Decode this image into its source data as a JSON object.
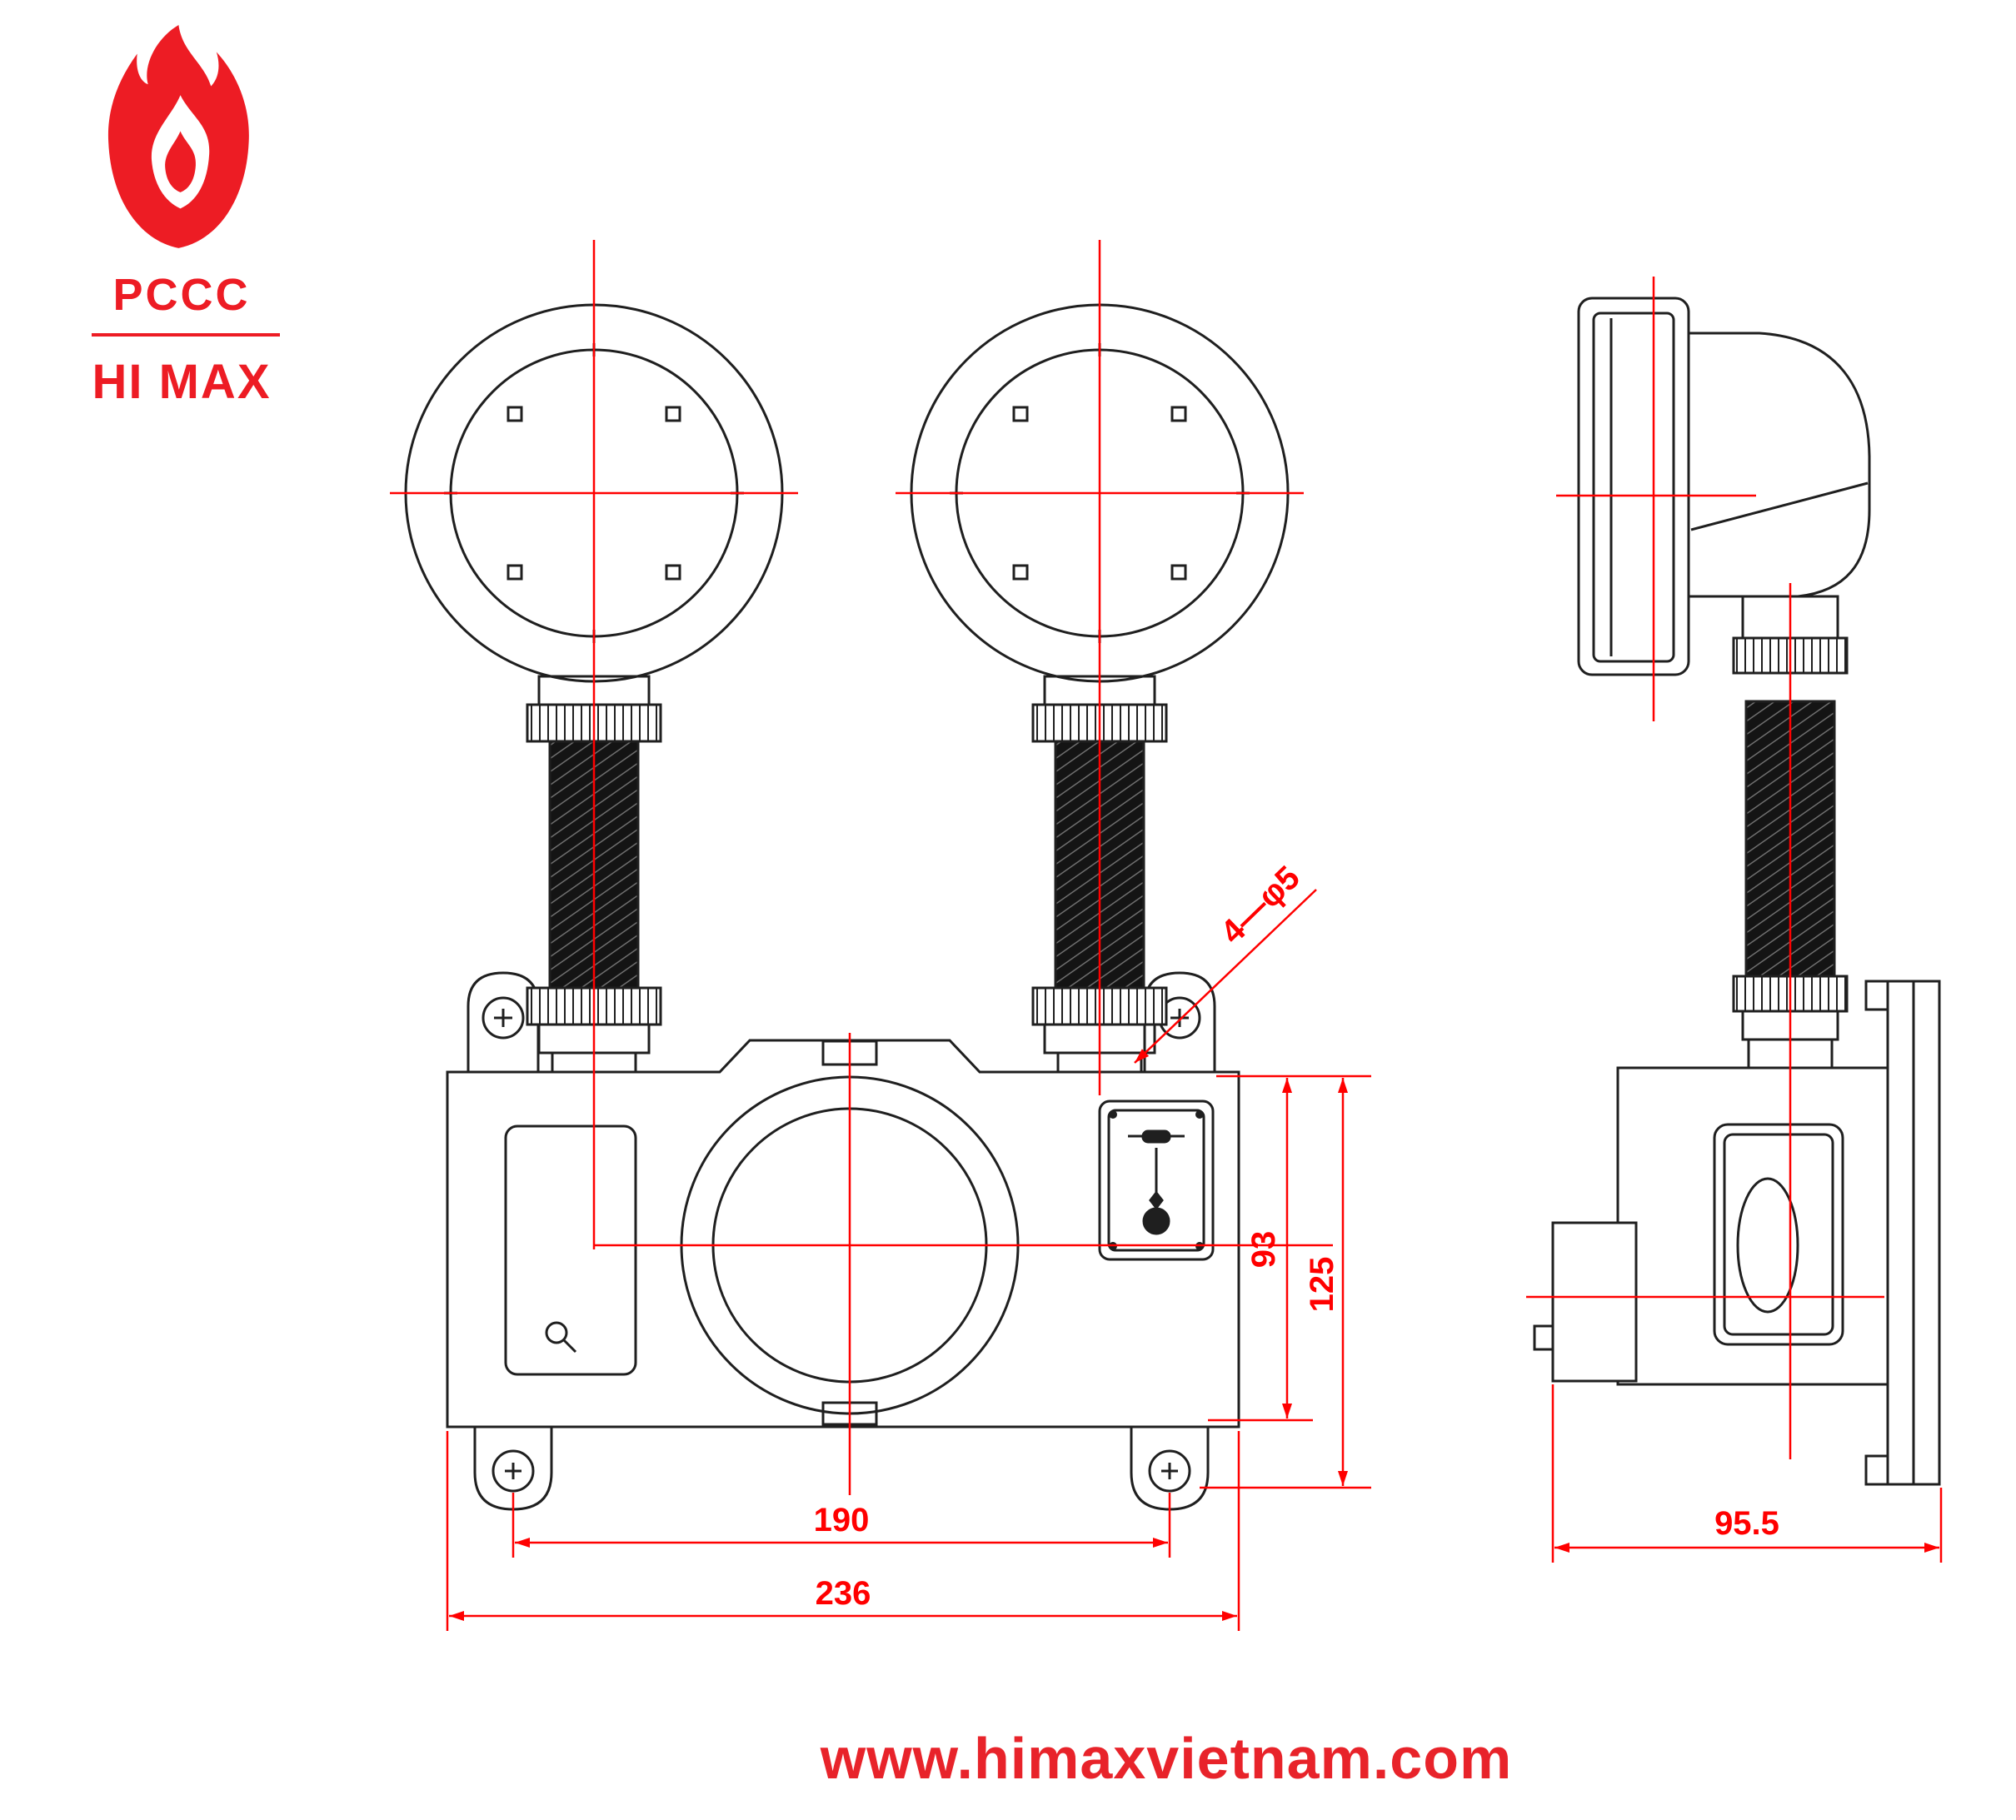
{
  "logo": {
    "line1": "PCCC",
    "line2": "HI MAX"
  },
  "drawing": {
    "dimensions": {
      "hole_callout": "4—φ5",
      "body_height": "93",
      "overall_height": "125",
      "mounting_width": "190",
      "overall_width": "236",
      "side_depth": "95.5"
    }
  },
  "footer": {
    "website": "www.himaxvietnam.com"
  },
  "colors": {
    "line": "#1f1f1f",
    "dimension": "#ff0000",
    "brand": "#ed1c24"
  }
}
